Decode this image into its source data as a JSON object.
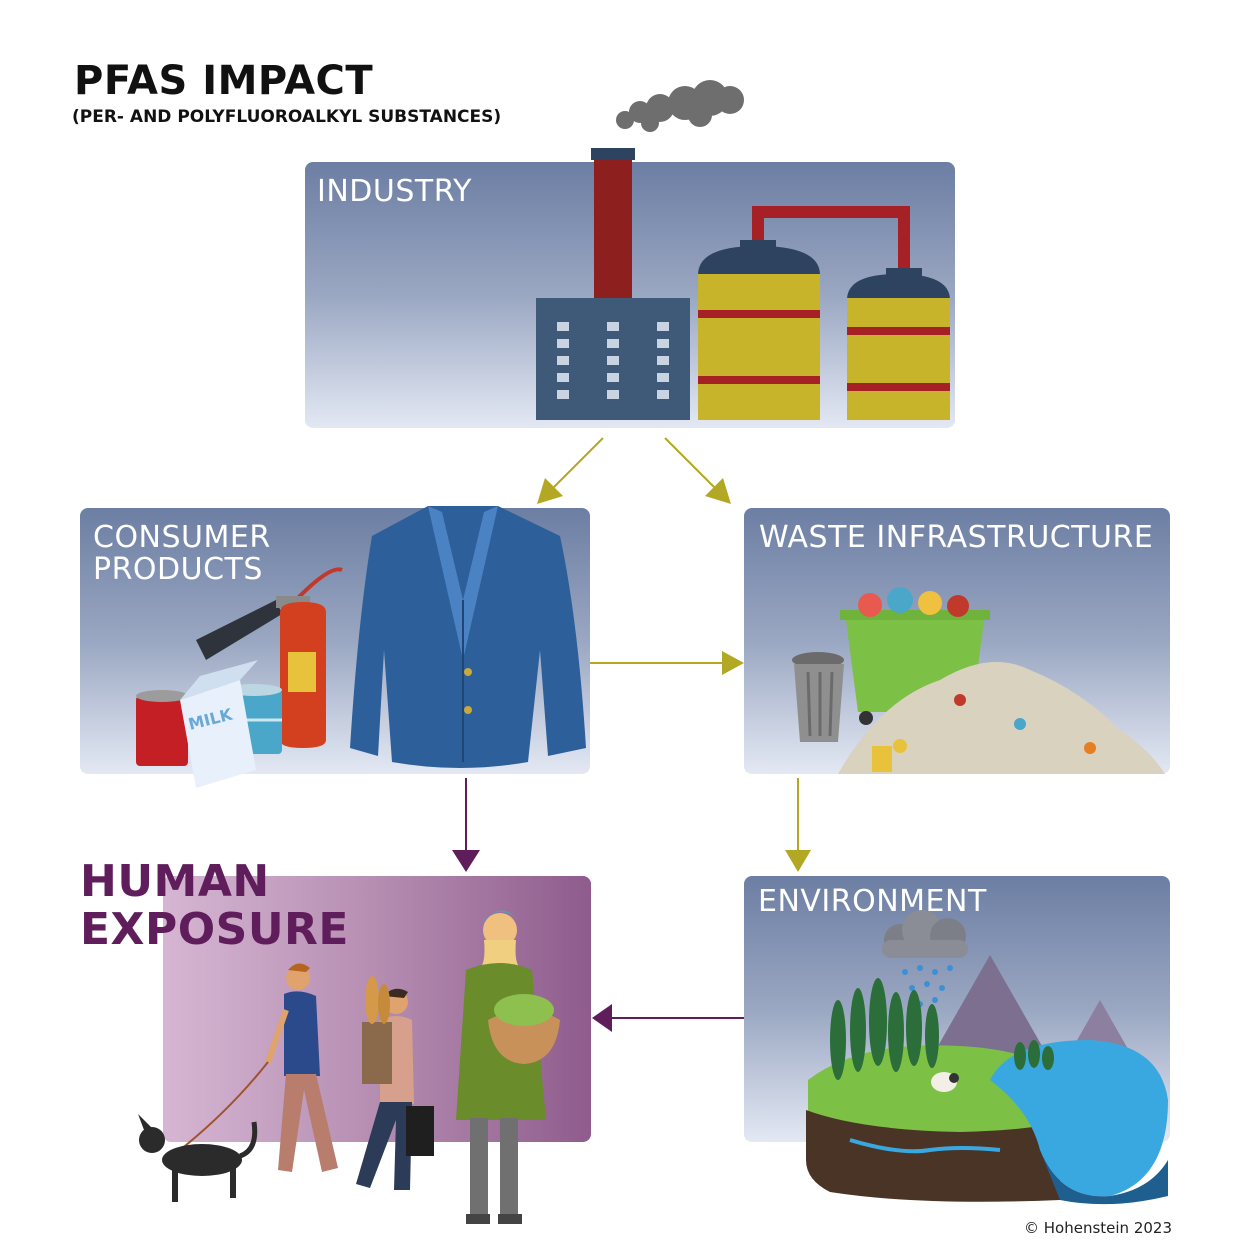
{
  "header": {
    "title": "PFAS IMPACT",
    "subtitle": "(PER- AND POLYFLUOROALKYL SUBSTANCES)"
  },
  "nodes": {
    "industry": "INDUSTRY",
    "consumer_products": "CONSUMER PRODUCTS",
    "waste_infrastructure": "WASTE INFRASTRUCTURE",
    "environment": "ENVIRONMENT",
    "human_exposure": "HUMAN EXPOSURE"
  },
  "illustrations": {
    "milk_carton_text": "MILK"
  },
  "colors": {
    "panel_blue_top": "#6c7ea3",
    "arrow_olive": "#b3a824",
    "arrow_purple": "#5f1e5b",
    "human_label": "#5f1e5b"
  },
  "footer": {
    "copyright": "© Hohenstein 2023"
  }
}
